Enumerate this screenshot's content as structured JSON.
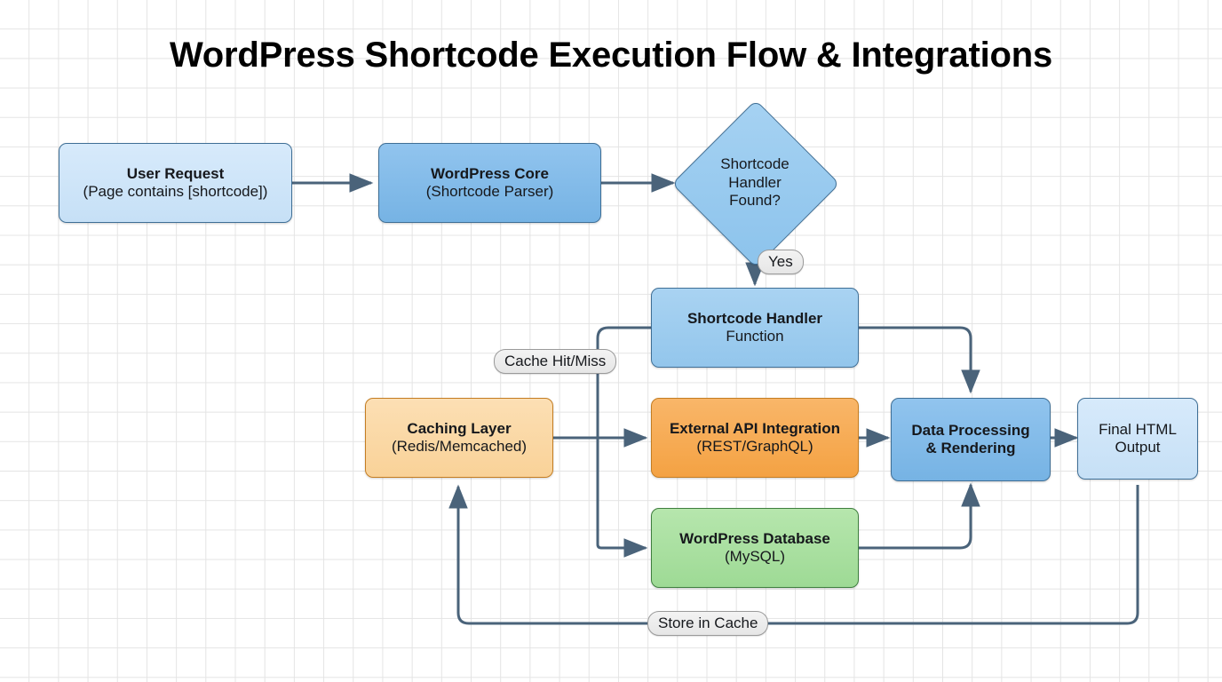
{
  "diagram": {
    "title": "WordPress Shortcode Execution Flow & Integrations",
    "type": "flowchart",
    "background": "#ffffff",
    "grid_color": "#e4e4e4",
    "edge_color": "#4a637a",
    "nodes": [
      {
        "id": "user-request",
        "shape": "rounded-rect",
        "line1": "User Request",
        "line2": "(Page contains [shortcode])",
        "fill": "#cfe5f7",
        "stroke": "#3f6f96"
      },
      {
        "id": "wordpress-core",
        "shape": "rounded-rect",
        "line1": "WordPress Core",
        "line2": "(Shortcode Parser)",
        "fill": "#7eb6e8",
        "stroke": "#3f6f96"
      },
      {
        "id": "shortcode-handler-found",
        "shape": "diamond",
        "line1": "Shortcode",
        "line2": "Handler",
        "line3": "Found?",
        "fill": "#8cc3ec",
        "stroke": "#3f6f96"
      },
      {
        "id": "shortcode-handler-function",
        "shape": "rounded-rect",
        "line1": "Shortcode Handler",
        "line2": "Function",
        "fill": "#9fcdf0",
        "stroke": "#3f6f96"
      },
      {
        "id": "caching-layer",
        "shape": "rounded-rect",
        "line1": "Caching Layer",
        "line2": "(Redis/Memcached)",
        "fill": "#fad7a5",
        "stroke": "#c47d22"
      },
      {
        "id": "external-api-integration",
        "shape": "rounded-rect",
        "line1": "External API Integration",
        "line2": "(REST/GraphQL)",
        "fill": "#f5a94e",
        "stroke": "#c47d22"
      },
      {
        "id": "wordpress-database",
        "shape": "rounded-rect",
        "line1": "WordPress Database",
        "line2": "(MySQL)",
        "fill": "#a8e0a0",
        "stroke": "#3f7f3f"
      },
      {
        "id": "data-processing",
        "shape": "rounded-rect",
        "line1": "Data Processing",
        "line2": "& Rendering",
        "fill": "#7eb6e8",
        "stroke": "#3f6f96"
      },
      {
        "id": "final-html-output",
        "shape": "rounded-rect",
        "line1": "Final HTML",
        "line2": "Output",
        "fill": "#cfe5f7",
        "stroke": "#3f6f96"
      }
    ],
    "edge_labels": [
      {
        "id": "yes",
        "text": "Yes"
      },
      {
        "id": "cache-hit-miss",
        "text": "Cache Hit/Miss"
      },
      {
        "id": "store-in-cache",
        "text": "Store in Cache"
      }
    ],
    "edges": [
      {
        "from": "user-request",
        "to": "wordpress-core",
        "label": ""
      },
      {
        "from": "wordpress-core",
        "to": "shortcode-handler-found",
        "label": ""
      },
      {
        "from": "shortcode-handler-found",
        "to": "shortcode-handler-function",
        "label": "Yes"
      },
      {
        "from": "shortcode-handler-function",
        "to": "caching-layer",
        "label": "Cache Hit/Miss"
      },
      {
        "from": "caching-layer",
        "to": "external-api-integration",
        "label": ""
      },
      {
        "from": "caching-layer",
        "to": "wordpress-database",
        "label": ""
      },
      {
        "from": "shortcode-handler-function",
        "to": "data-processing",
        "label": ""
      },
      {
        "from": "external-api-integration",
        "to": "data-processing",
        "label": ""
      },
      {
        "from": "wordpress-database",
        "to": "data-processing",
        "label": ""
      },
      {
        "from": "data-processing",
        "to": "final-html-output",
        "label": ""
      },
      {
        "from": "final-html-output",
        "to": "caching-layer",
        "label": "Store in Cache"
      }
    ]
  }
}
